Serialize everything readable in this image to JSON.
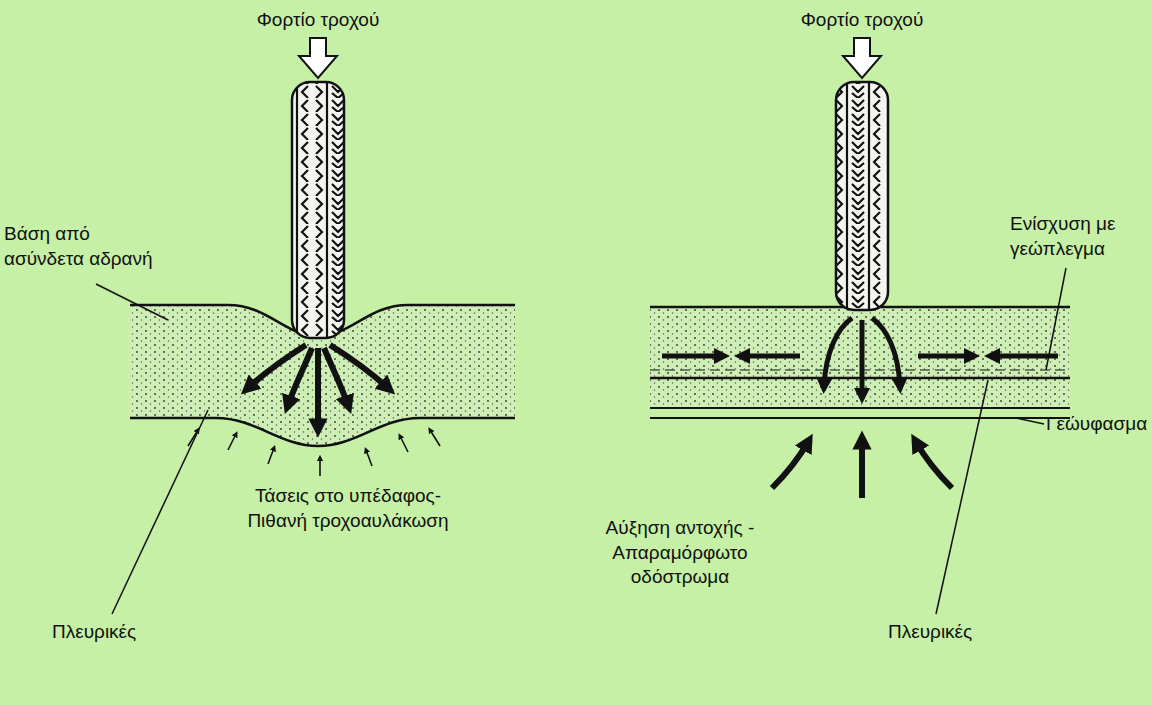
{
  "diagram": {
    "labels": [
      "Φορτίο τροχού",
      "Βάση από ασύνδετα αδρανή",
      "Τάσεις στο υπέδαφος- Πιθανή τροχοαυλάκωση",
      "Πλευρικές",
      "Φορτίο τροχού",
      "Ενίσχυση με γεώπλεγμα",
      "Γεώυφασμα",
      "Αύξηση αντοχής - Απαραμόρφωτο οδόστρωμα",
      "Πλευρικές"
    ]
  }
}
